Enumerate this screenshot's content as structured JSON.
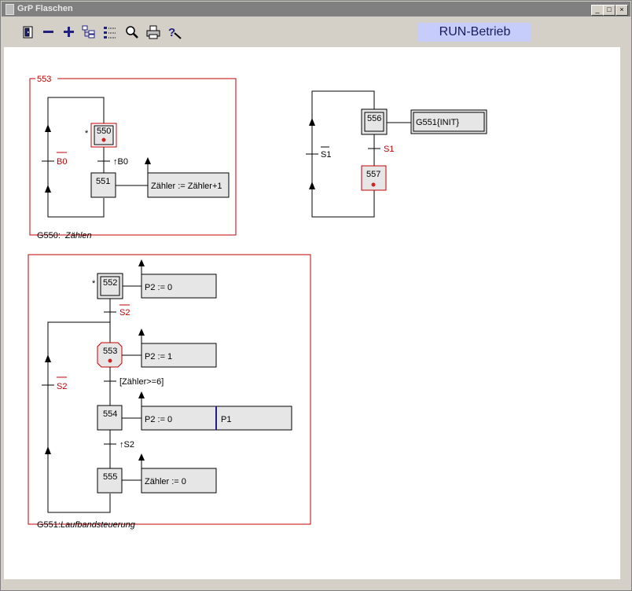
{
  "window": {
    "title": "GrP Flaschen",
    "controls": [
      "_",
      "□",
      "×"
    ]
  },
  "toolbar": {
    "icons": [
      "door-icon",
      "minus-icon",
      "plus-icon",
      "tree-icon",
      "list-icon",
      "magnifier-icon",
      "printer-icon",
      "help-icon"
    ],
    "mode_label": "RUN-Betrieb"
  },
  "groups": [
    {
      "tag": "553",
      "name_prefix": "G550:",
      "name": "Zählen"
    },
    {
      "tag": "",
      "name_prefix": "G551:",
      "name": "Laufbandsteuerung"
    }
  ],
  "steps": {
    "s550": "550",
    "s551": "551",
    "s556": "556",
    "s557": "557",
    "s552": "552",
    "s553": "553",
    "s554": "554",
    "s555": "555"
  },
  "actions": {
    "a551": "Zähler := Zähler+1",
    "a556": "G551{INIT}",
    "a552": "P2 := 0",
    "a553": "P2 := 1",
    "a554": "P2 := 0",
    "a554b": "P1",
    "a555": "Zähler := 0"
  },
  "transitions": {
    "t_b0": "B0",
    "t_up_b0": "↑B0",
    "t_s1_left": "S1",
    "t_s1": "S1",
    "t_s2_top": "S2",
    "t_s2_left": "S2",
    "t_cond": "[Zähler>=6]",
    "t_up_s2": "↑S2"
  },
  "marks": {
    "initial_star": "*"
  },
  "colors": {
    "active": "#cc2222",
    "frame": "#c00000",
    "step_fill": "#e6e6e6",
    "mode_bg": "#c6cdfb"
  }
}
